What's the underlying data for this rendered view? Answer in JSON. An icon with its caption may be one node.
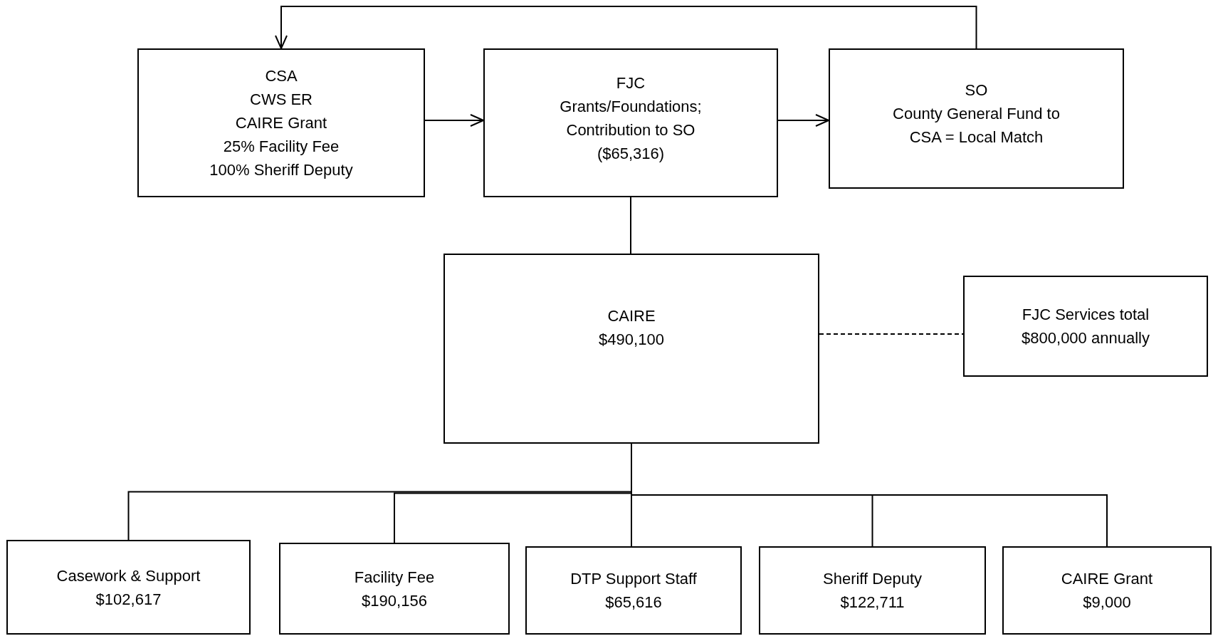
{
  "diagram": {
    "nodes": [
      {
        "text": [
          "CSA",
          "CWS ER",
          "CAIRE Grant",
          "25% Facility Fee",
          "100% Sheriff Deputy"
        ]
      },
      {
        "text": [
          "FJC",
          "Grants/Foundations;",
          "Contribution to SO",
          "($65,316)"
        ]
      },
      {
        "text": [
          "SO",
          "County General Fund to",
          "CSA = Local Match"
        ]
      },
      {
        "text": [
          "CAIRE",
          "$490,100"
        ]
      },
      {
        "text": [
          "FJC Services total",
          "$800,000 annually"
        ]
      },
      {
        "text": [
          "Casework & Support",
          "$102,617"
        ]
      },
      {
        "text": [
          "Facility Fee",
          "$190,156"
        ]
      },
      {
        "text": [
          "DTP Support Staff",
          "$65,616"
        ]
      },
      {
        "text": [
          "Sheriff Deputy",
          "$122,711"
        ]
      },
      {
        "text": [
          "CAIRE Grant",
          "$9,000"
        ]
      }
    ],
    "edges": [
      {
        "from": 2,
        "to": 0,
        "arrow": "to"
      },
      {
        "from": 0,
        "to": 1,
        "arrow": "to"
      },
      {
        "from": 1,
        "to": 2,
        "arrow": "to"
      },
      {
        "from": 1,
        "to": 3,
        "arrow": "none"
      },
      {
        "from": 3,
        "to": 4,
        "arrow": "none",
        "style": "dashed"
      },
      {
        "from": 3,
        "to": 5,
        "arrow": "none"
      },
      {
        "from": 3,
        "to": 6,
        "arrow": "none"
      },
      {
        "from": 3,
        "to": 7,
        "arrow": "none"
      },
      {
        "from": 3,
        "to": 8,
        "arrow": "none"
      },
      {
        "from": 3,
        "to": 9,
        "arrow": "none"
      }
    ]
  }
}
